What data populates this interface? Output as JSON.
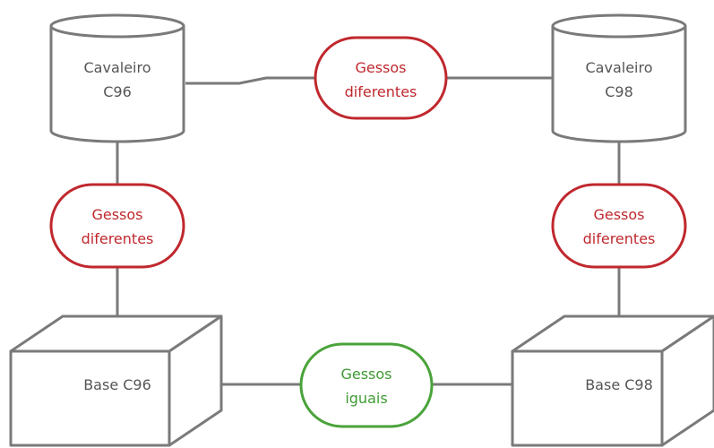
{
  "colors": {
    "shape_stroke": "#7a7a7a",
    "different": "#c0282e",
    "equal": "#4aa33a",
    "text": "#555555"
  },
  "nodes": {
    "cavaleiro_c96": {
      "line1": "Cavaleiro",
      "line2": "C96",
      "icon": "database-cylinder-icon"
    },
    "cavaleiro_c98": {
      "line1": "Cavaleiro",
      "line2": "C98",
      "icon": "database-cylinder-icon"
    },
    "base_c96": {
      "label": "Base C96",
      "icon": "cube-box-icon"
    },
    "base_c98": {
      "label": "Base C98",
      "icon": "cube-box-icon"
    }
  },
  "relations": {
    "top": {
      "line1": "Gessos",
      "line2": "diferentes",
      "status": "different"
    },
    "left": {
      "line1": "Gessos",
      "line2": "diferentes",
      "status": "different"
    },
    "right": {
      "line1": "Gessos",
      "line2": "diferentes",
      "status": "different"
    },
    "bottom": {
      "line1": "Gessos",
      "line2": "iguais",
      "status": "equal"
    }
  }
}
